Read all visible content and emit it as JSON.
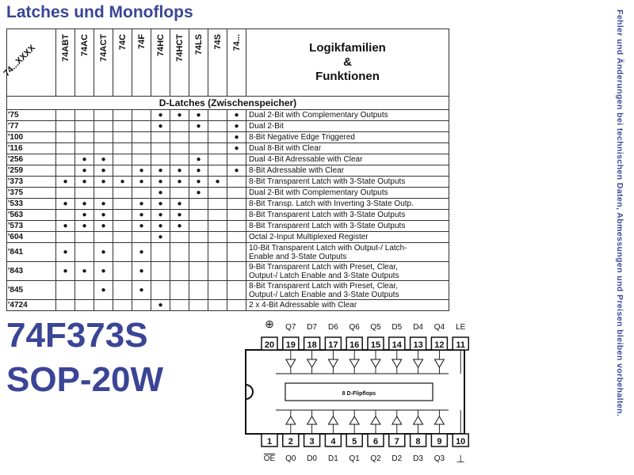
{
  "title": "Latches und Monoflops",
  "side_note": "Fehler und Änderungen bei technischen Daten, Abmessungen und Preisen bleiben vorbehalten.",
  "part_number": "74F373S",
  "package": "SOP-20W",
  "table": {
    "corner_label": "74...XXXX",
    "families": [
      "74ABT",
      "74AC",
      "74ACT",
      "74C",
      "74F",
      "74HC",
      "74HCT",
      "74LS",
      "74S",
      "74..."
    ],
    "header": [
      "Logikfamilien",
      "&",
      "Funktionen"
    ],
    "section": "D-Latches (Zwischenspeicher)",
    "dot_symbol": "●",
    "rows": [
      {
        "num": "'75",
        "dots": [
          0,
          0,
          0,
          0,
          0,
          1,
          1,
          1,
          0,
          1
        ],
        "fn": [
          "Dual 2-Bit with Complementary Outputs"
        ]
      },
      {
        "num": "'77",
        "dots": [
          0,
          0,
          0,
          0,
          0,
          1,
          0,
          1,
          0,
          1
        ],
        "fn": [
          "Dual 2-Bit"
        ]
      },
      {
        "num": "'100",
        "dots": [
          0,
          0,
          0,
          0,
          0,
          0,
          0,
          0,
          0,
          1
        ],
        "fn": [
          "8-Bit Negative Edge Triggered"
        ]
      },
      {
        "num": "'116",
        "dots": [
          0,
          0,
          0,
          0,
          0,
          0,
          0,
          0,
          0,
          1
        ],
        "fn": [
          "Dual 8-Bit with Clear"
        ]
      },
      {
        "num": "'256",
        "dots": [
          0,
          1,
          1,
          0,
          0,
          0,
          0,
          1,
          0,
          0
        ],
        "fn": [
          "Dual 4-Bit Adressable with Clear"
        ]
      },
      {
        "num": "'259",
        "dots": [
          0,
          1,
          1,
          0,
          1,
          1,
          1,
          1,
          0,
          1
        ],
        "fn": [
          "8-Bit Adressable with Clear"
        ]
      },
      {
        "num": "'373",
        "dots": [
          1,
          1,
          1,
          1,
          1,
          1,
          1,
          1,
          1,
          0
        ],
        "fn": [
          "8-Bit Transparent Latch with 3-State Outputs"
        ]
      },
      {
        "num": "'375",
        "dots": [
          0,
          0,
          0,
          0,
          0,
          1,
          0,
          1,
          0,
          0
        ],
        "fn": [
          "Dual 2-Bit with Complementary Outputs"
        ]
      },
      {
        "num": "'533",
        "dots": [
          1,
          1,
          1,
          0,
          1,
          1,
          1,
          0,
          0,
          0
        ],
        "fn": [
          "8-Bit Transp. Latch with Inverting 3-State Outp."
        ]
      },
      {
        "num": "'563",
        "dots": [
          0,
          1,
          1,
          0,
          1,
          1,
          1,
          0,
          0,
          0
        ],
        "fn": [
          "8-Bit Transparent Latch with 3-State Outputs"
        ]
      },
      {
        "num": "'573",
        "dots": [
          1,
          1,
          1,
          0,
          1,
          1,
          1,
          0,
          0,
          0
        ],
        "fn": [
          "8-Bit Transparent Latch with 3-State Outputs"
        ]
      },
      {
        "num": "'604",
        "dots": [
          0,
          0,
          0,
          0,
          0,
          1,
          0,
          0,
          0,
          0
        ],
        "fn": [
          "Octal 2-Input Multiplexed Register"
        ]
      },
      {
        "num": "'841",
        "dots": [
          1,
          0,
          1,
          0,
          1,
          0,
          0,
          0,
          0,
          0
        ],
        "fn": [
          "10-Bit Transparent Latch with Output-/ Latch-",
          "Enable and 3-State Outputs"
        ]
      },
      {
        "num": "'843",
        "dots": [
          1,
          1,
          1,
          0,
          1,
          0,
          0,
          0,
          0,
          0
        ],
        "fn": [
          "9-Bit Transparent Latch with Preset, Clear,",
          "Output-/ Latch Enable and 3-State Outputs"
        ]
      },
      {
        "num": "'845",
        "dots": [
          0,
          0,
          1,
          0,
          1,
          0,
          0,
          0,
          0,
          0
        ],
        "fn": [
          "8-Bit Transparent Latch with Preset, Clear,",
          "Output-/ Latch Enable and 3-State Outputs"
        ]
      },
      {
        "num": "'4724",
        "dots": [
          0,
          0,
          0,
          0,
          0,
          1,
          0,
          0,
          0,
          0
        ],
        "fn": [
          "2 x 4-Bit Adressable with Clear"
        ]
      }
    ]
  },
  "pinout": {
    "vcc_symbol": "⊕",
    "top_labels": [
      "Q7",
      "D7",
      "D6",
      "Q6",
      "Q5",
      "D5",
      "D4",
      "Q4",
      "LE"
    ],
    "top_pins": [
      "20",
      "19",
      "18",
      "17",
      "16",
      "15",
      "14",
      "13",
      "12",
      "11"
    ],
    "chip_label": "8 D-Flipflops",
    "bottom_pins": [
      "1",
      "2",
      "3",
      "4",
      "5",
      "6",
      "7",
      "8",
      "9",
      "10"
    ],
    "bottom_labels": [
      "OE",
      "Q0",
      "D0",
      "D1",
      "Q1",
      "Q2",
      "D2",
      "D3",
      "Q3"
    ],
    "gnd_symbol": "⊥"
  }
}
